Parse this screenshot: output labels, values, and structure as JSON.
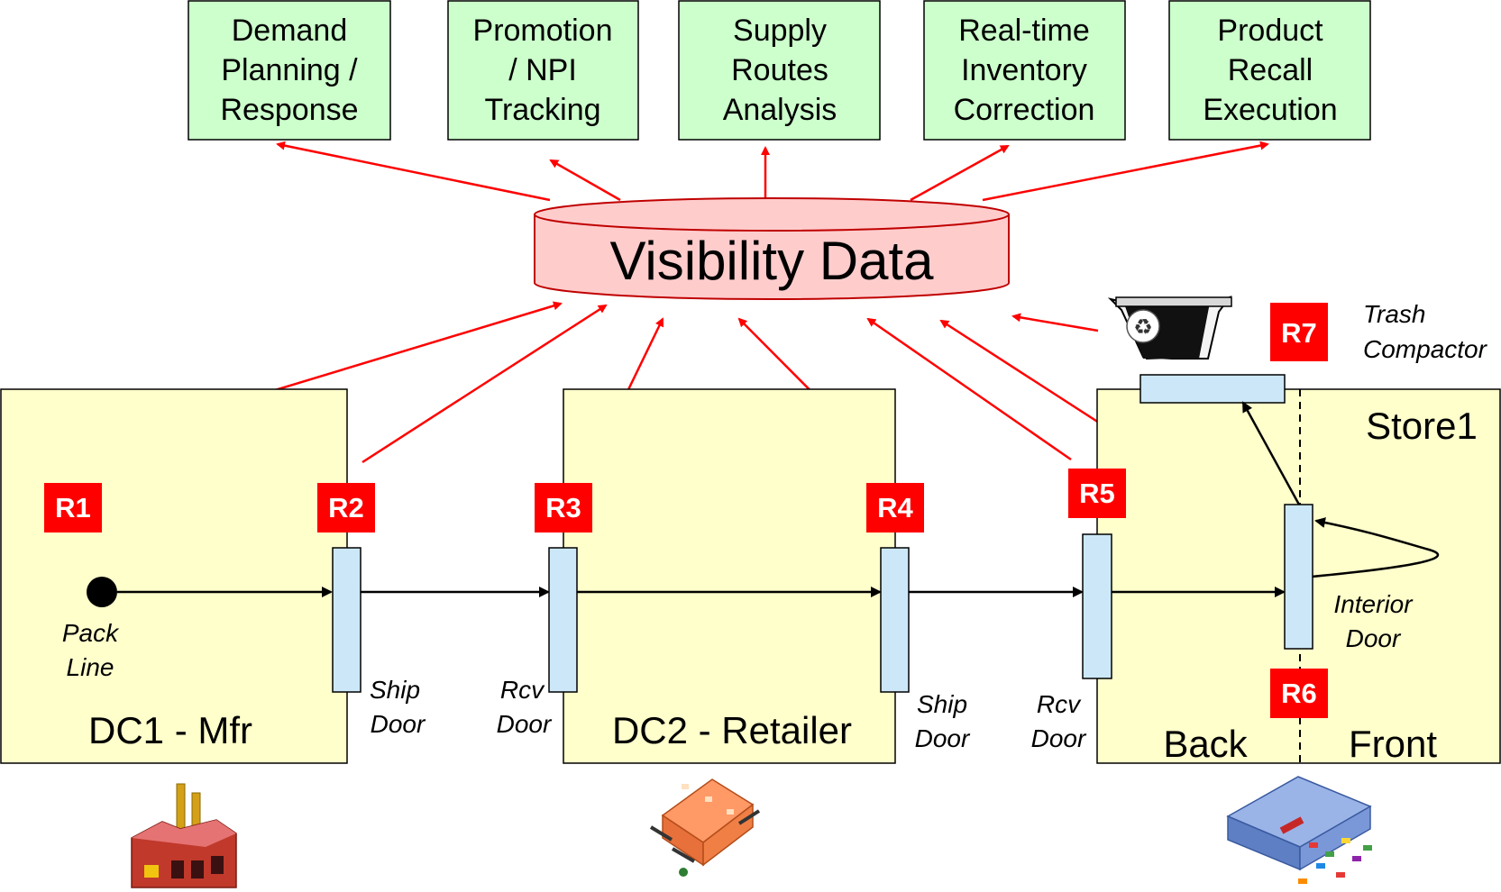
{
  "applications": [
    {
      "lines": [
        "Demand",
        "Planning /",
        "Response"
      ]
    },
    {
      "lines": [
        "Promotion",
        "/ NPI",
        "Tracking"
      ]
    },
    {
      "lines": [
        "Supply",
        "Routes",
        "Analysis"
      ]
    },
    {
      "lines": [
        "Real-time",
        "Inventory",
        "Correction"
      ]
    },
    {
      "lines": [
        "Product",
        "Recall",
        "Execution"
      ]
    }
  ],
  "visibility_data": {
    "label": "Visibility Data"
  },
  "readers": [
    "R1",
    "R2",
    "R3",
    "R4",
    "R5",
    "R6",
    "R7"
  ],
  "facilities": {
    "dc1": {
      "label": "DC1 - Mfr"
    },
    "dc2": {
      "label": "DC2 - Retailer"
    },
    "store": {
      "label": "Store1",
      "back_label": "Back",
      "front_label": "Front"
    }
  },
  "annotations": {
    "pack_line": [
      "Pack",
      "Line"
    ],
    "ship_door_1": [
      "Ship",
      "Door"
    ],
    "rcv_door_1": [
      "Rcv",
      "Door"
    ],
    "ship_door_2": [
      "Ship",
      "Door"
    ],
    "rcv_door_2": [
      "Rcv",
      "Door"
    ],
    "interior_door": [
      "Interior",
      "Door"
    ],
    "trash_compactor": [
      "Trash",
      "Compactor"
    ]
  },
  "icons": [
    "factory-icon",
    "warehouse-icon",
    "store-icon",
    "recycle-bin-icon"
  ],
  "colors": {
    "app_box": "#ccffcc",
    "visibility": "#ffcccc",
    "facility": "#ffffcc",
    "door": "#cce8f8",
    "reader": "#ff0000",
    "arrow": "#ff0000"
  }
}
